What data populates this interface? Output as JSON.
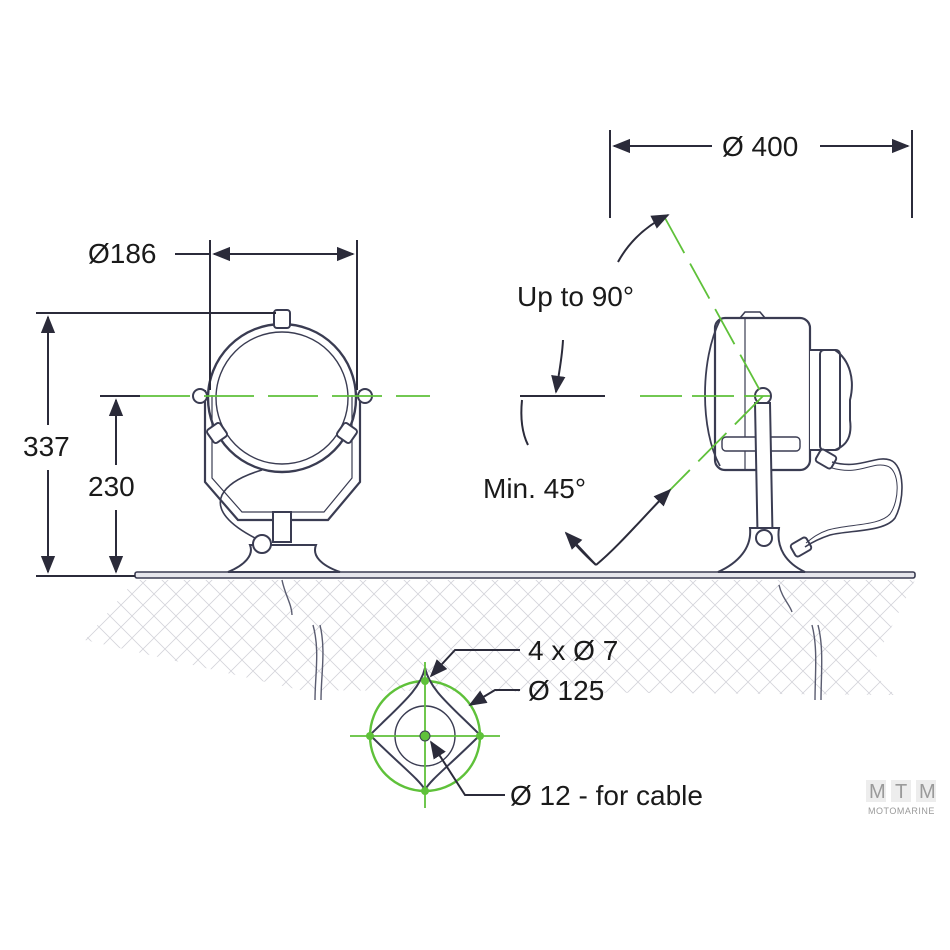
{
  "labels": {
    "dia_front": "Ø186",
    "height_total": "337",
    "height_axis": "230",
    "dia_side": "Ø 400",
    "tilt_up": "Up to 90°",
    "tilt_down": "Min. 45°",
    "holes": "4 x Ø 7",
    "bolt_circle": "Ø 125",
    "cable_hole": "Ø 12 - for cable"
  },
  "logo": {
    "letters": [
      "M",
      "T",
      "M"
    ],
    "word": "MOTOMARINE"
  },
  "colors": {
    "line": "#2b2b3a",
    "drawing": "#3a3c52",
    "accent": "#5fc13a",
    "ground_hatch": "#c9c9cf",
    "logo": "#9a9a9a"
  }
}
